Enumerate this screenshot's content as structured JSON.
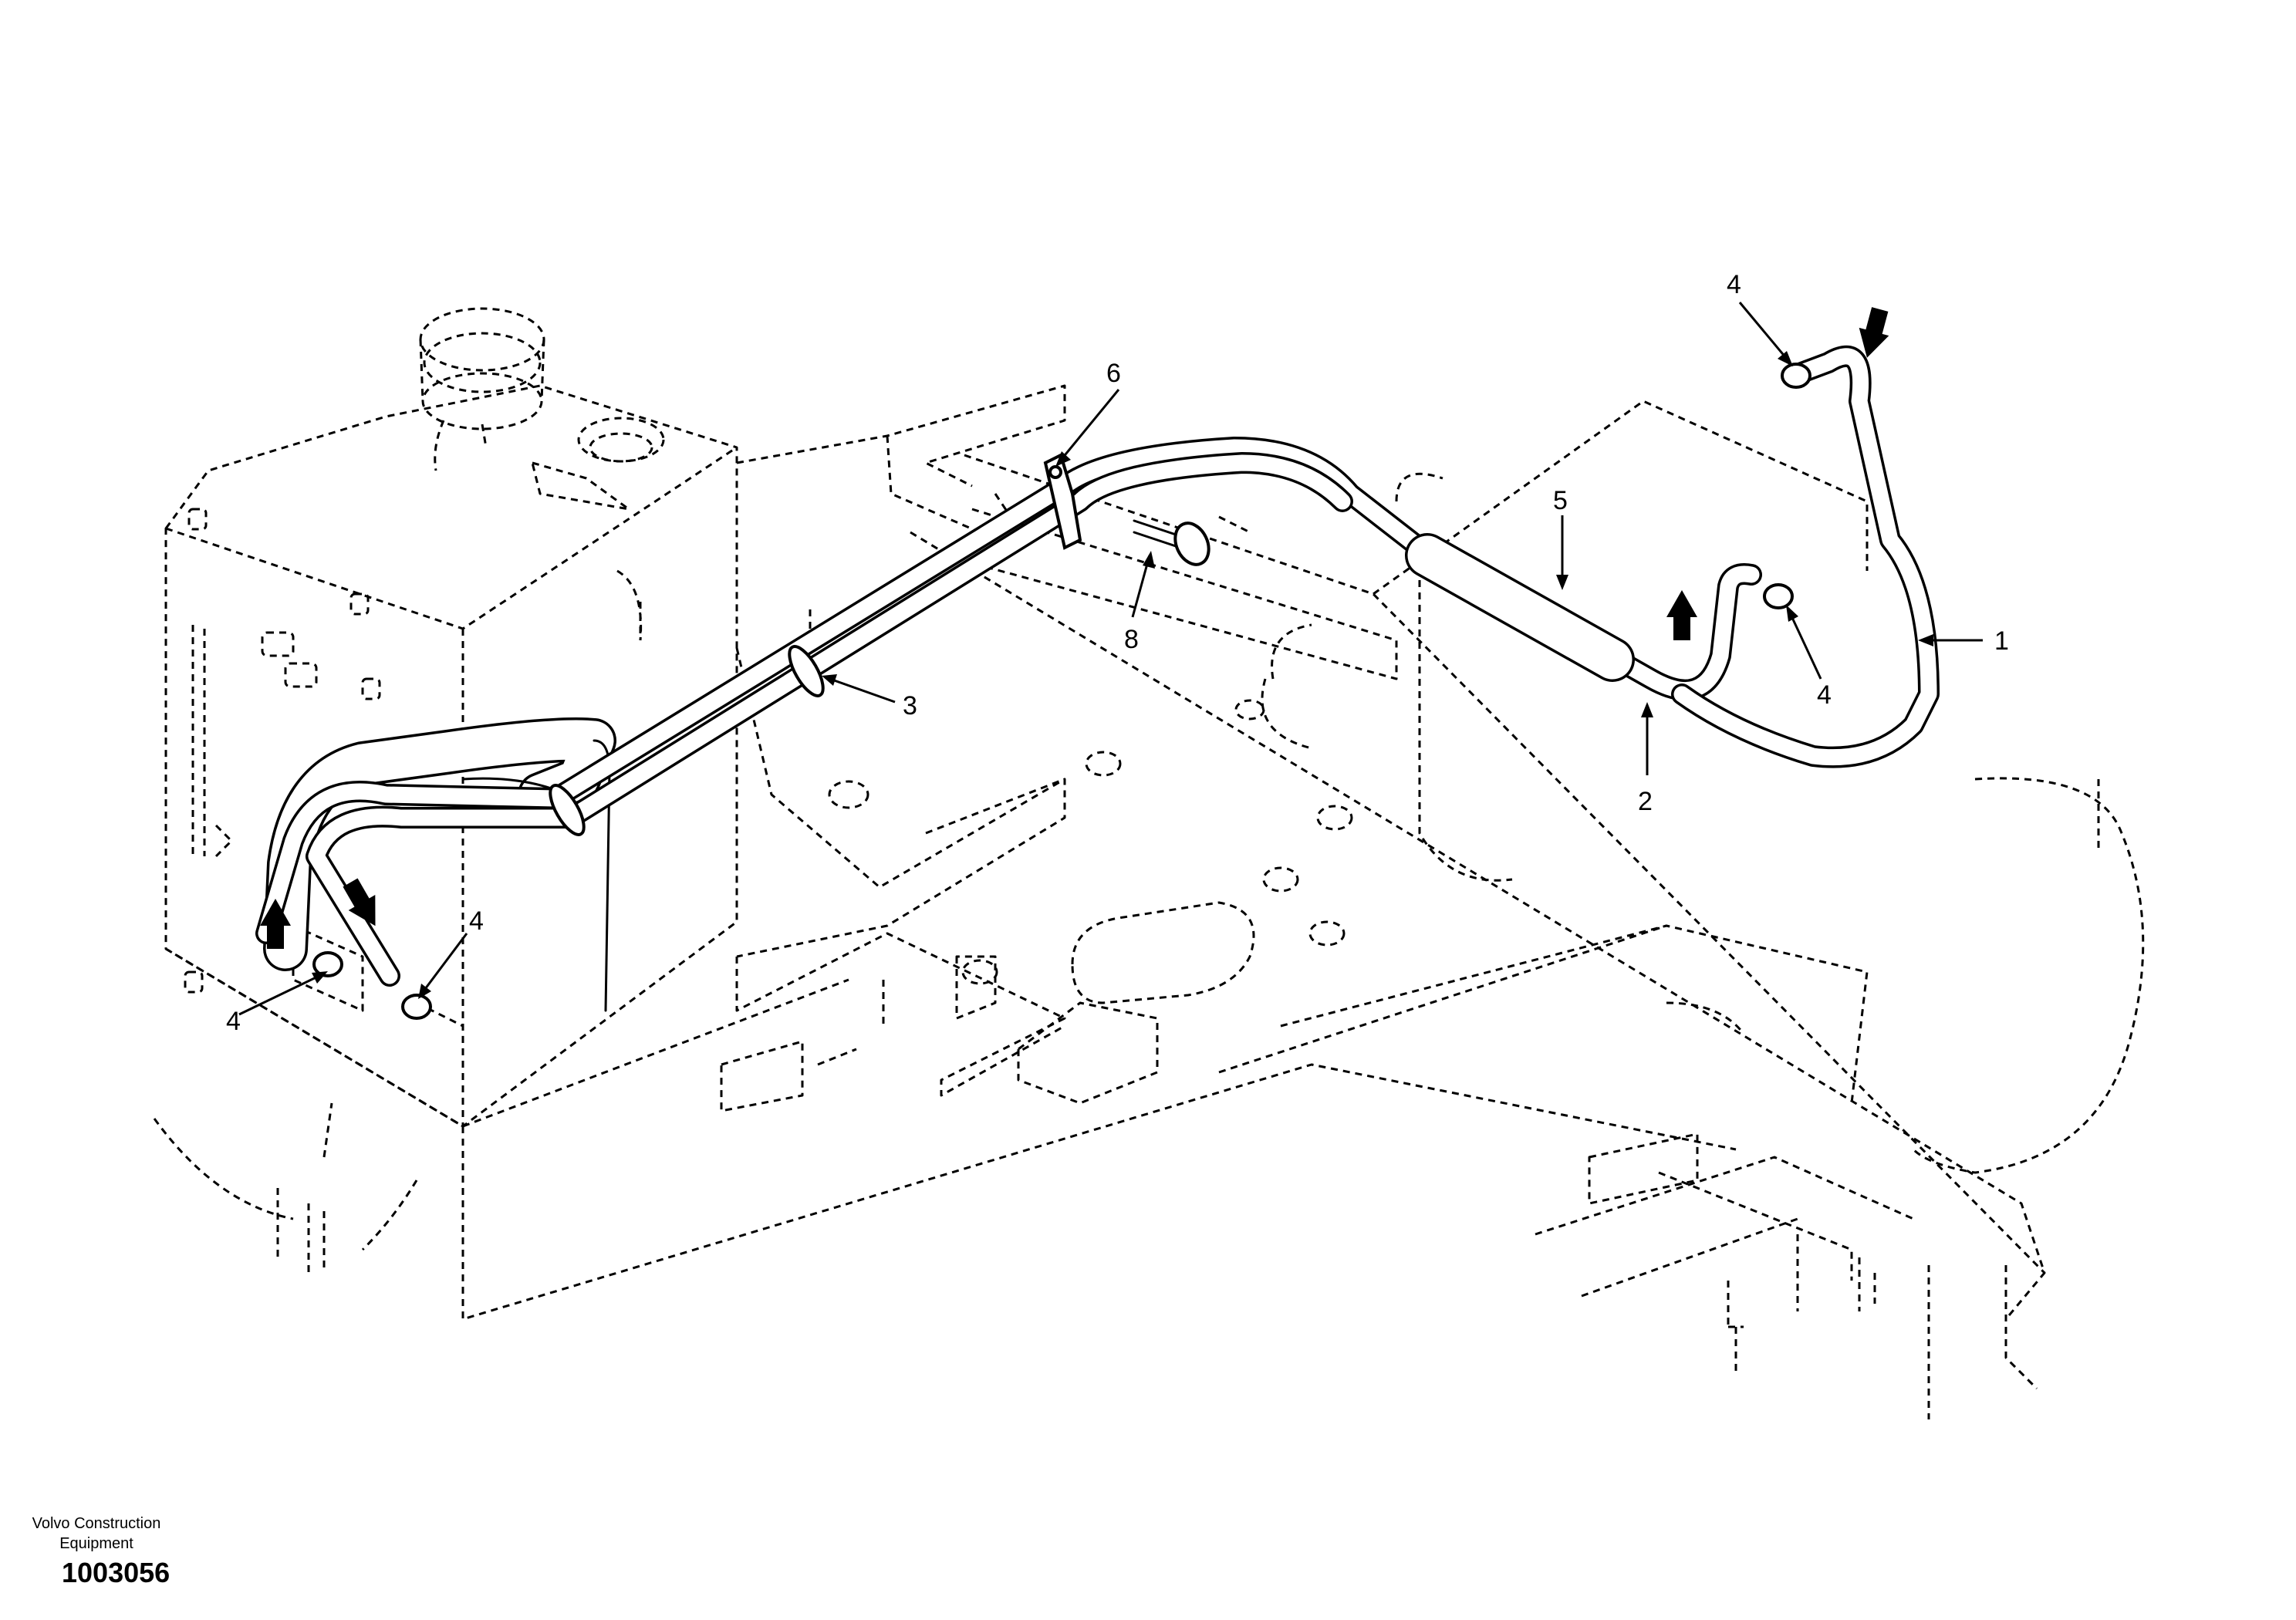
{
  "figure": {
    "callouts": {
      "c1": "1",
      "c2": "2",
      "c3": "3",
      "c4a": "4",
      "c4b": "4",
      "c4c": "4",
      "c4d": "4",
      "c5": "5",
      "c6": "6",
      "c8": "8"
    },
    "flow_arrows": [
      "up",
      "down",
      "up",
      "down"
    ]
  },
  "footer": {
    "company_line1": "Volvo Construction",
    "company_line2": "Equipment",
    "document_number": "1003056"
  }
}
